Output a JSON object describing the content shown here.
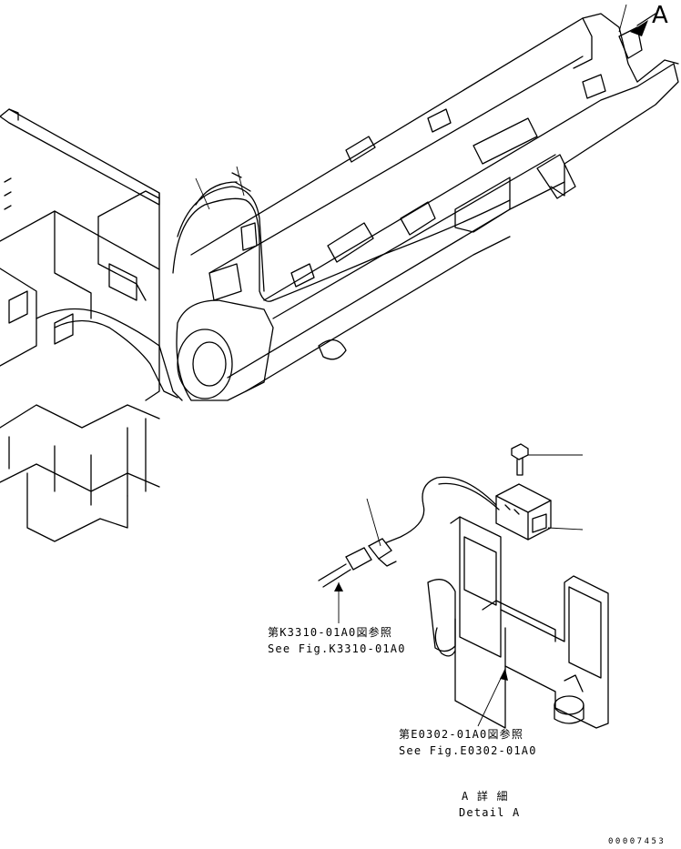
{
  "view_marker": "A",
  "callouts": {
    "ref_k3310_jp": "第K3310-01A0図参照",
    "ref_k3310_en": "See Fig.K3310-01A0",
    "ref_e0302_jp": "第E0302-01A0図参照",
    "ref_e0302_en": "See Fig.E0302-01A0"
  },
  "detail": {
    "title_jp": "A 詳 細",
    "title_en": "Detail A"
  },
  "drawing_number": "00007453"
}
